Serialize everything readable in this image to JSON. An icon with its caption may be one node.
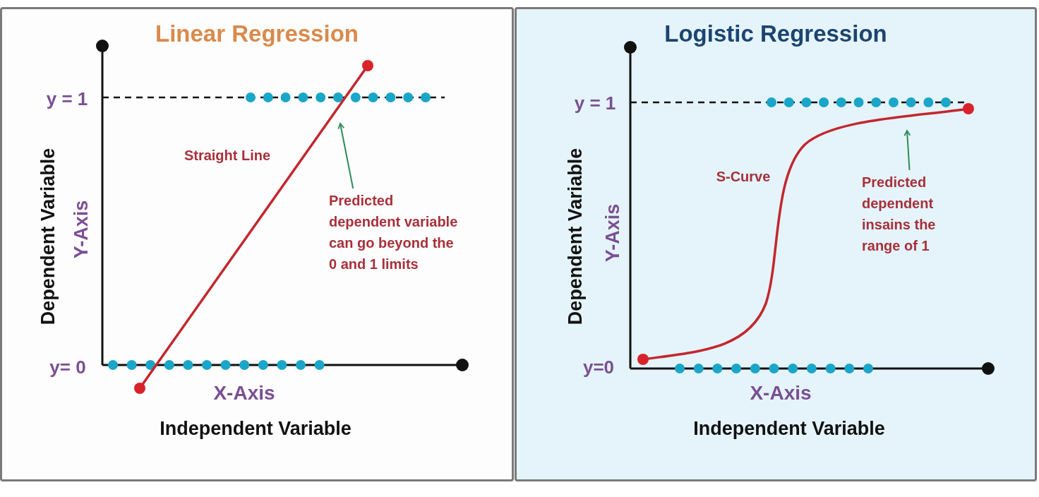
{
  "diagram": {
    "nodes": [
      {
        "text": [
          "Linear Regression"
        ]
      },
      {
        "text": [
          "Predicted dependent variable can go beyond the 0 and 1 limits"
        ],
        "in": 0
      },
      {
        "text": [
          "Logistic Regression"
        ]
      },
      {
        "text": [
          "Predicted dependent insains the range of 1"
        ],
        "in": 2
      }
    ],
    "edges": [
      {
        "from": 1,
        "to": null,
        "arrow": "to"
      },
      {
        "from": 3,
        "to": null,
        "arrow": "to"
      }
    ],
    "labels": [
      "y = 1",
      "Straight Line",
      "Dependent Variable",
      "Y-Axis",
      "y= 0",
      "X-Axis",
      "Independent Variable",
      "y = 1",
      "S-Curve",
      "Dependent Variable",
      "Y-Axis",
      "y=0",
      "X-Axis",
      "Independent Variable"
    ]
  }
}
